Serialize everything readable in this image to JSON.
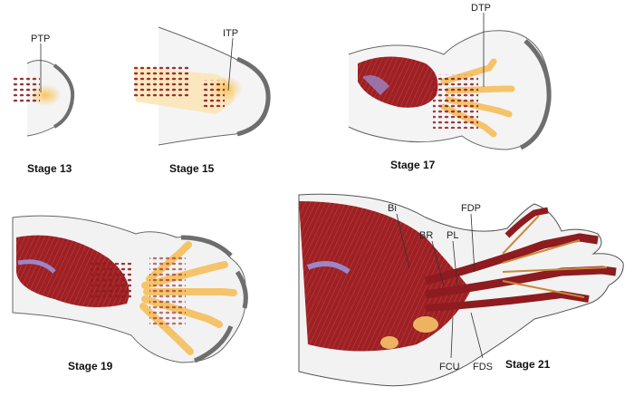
{
  "panels": [
    {
      "stage": "Stage 13",
      "labels": [
        "PTP"
      ]
    },
    {
      "stage": "Stage 15",
      "labels": [
        "ITP"
      ]
    },
    {
      "stage": "Stage 17",
      "labels": [
        "DTP"
      ]
    },
    {
      "stage": "Stage 19",
      "labels": []
    },
    {
      "stage": "Stage 21",
      "labels": [
        "Bi",
        "BR",
        "PL",
        "FDP",
        "FCU",
        "FDS"
      ]
    }
  ],
  "colors": {
    "muscle": "#8e1b1f",
    "muscle_light": "#b5322f",
    "cartilage": "#f5c36a",
    "tendon": "#c98a3a",
    "ectoderm": "#6e6e6e",
    "vessel": "#9a86c8",
    "outline": "#555555"
  }
}
